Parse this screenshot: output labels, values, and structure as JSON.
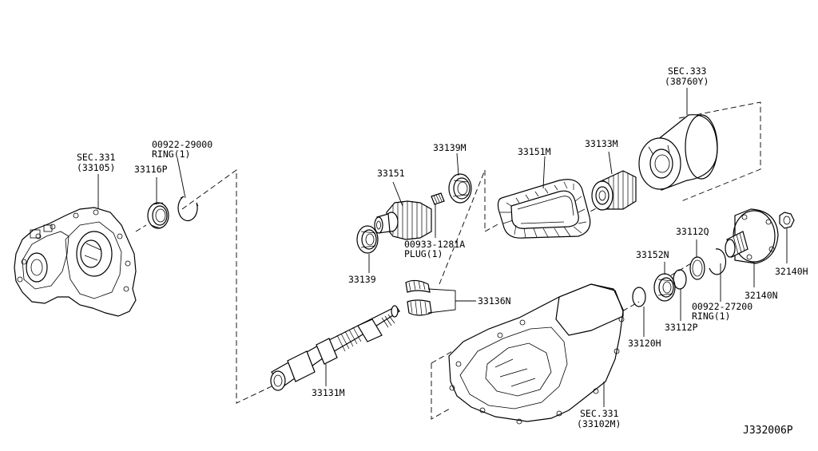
{
  "labels": {
    "sec331_front_title": "SEC.331",
    "sec331_front_sub": "(33105)",
    "p33116P": "33116P",
    "p00922_29000": "00922-29000",
    "ring1_a": "RING(1)",
    "p33151": "33151",
    "p33139M": "33139M",
    "p33151M": "33151M",
    "p33133M": "33133M",
    "sec333_title": "SEC.333",
    "sec333_sub": "(38760Y)",
    "p00933_1281A": "00933-1281A",
    "plug1": "PLUG(1)",
    "p33139": "33139",
    "p33136N": "33136N",
    "p33131M": "33131M",
    "p33152N": "33152N",
    "p33112Q": "33112Q",
    "p32140H": "32140H",
    "p32140N": "32140N",
    "p00922_27200": "00922-27200",
    "ring1_b": "RING(1)",
    "p33112P": "33112P",
    "p33120H": "33120H",
    "sec331_rear_title": "SEC.331",
    "sec331_rear_sub": "(33102M)",
    "diagram_code": "J332006P"
  }
}
